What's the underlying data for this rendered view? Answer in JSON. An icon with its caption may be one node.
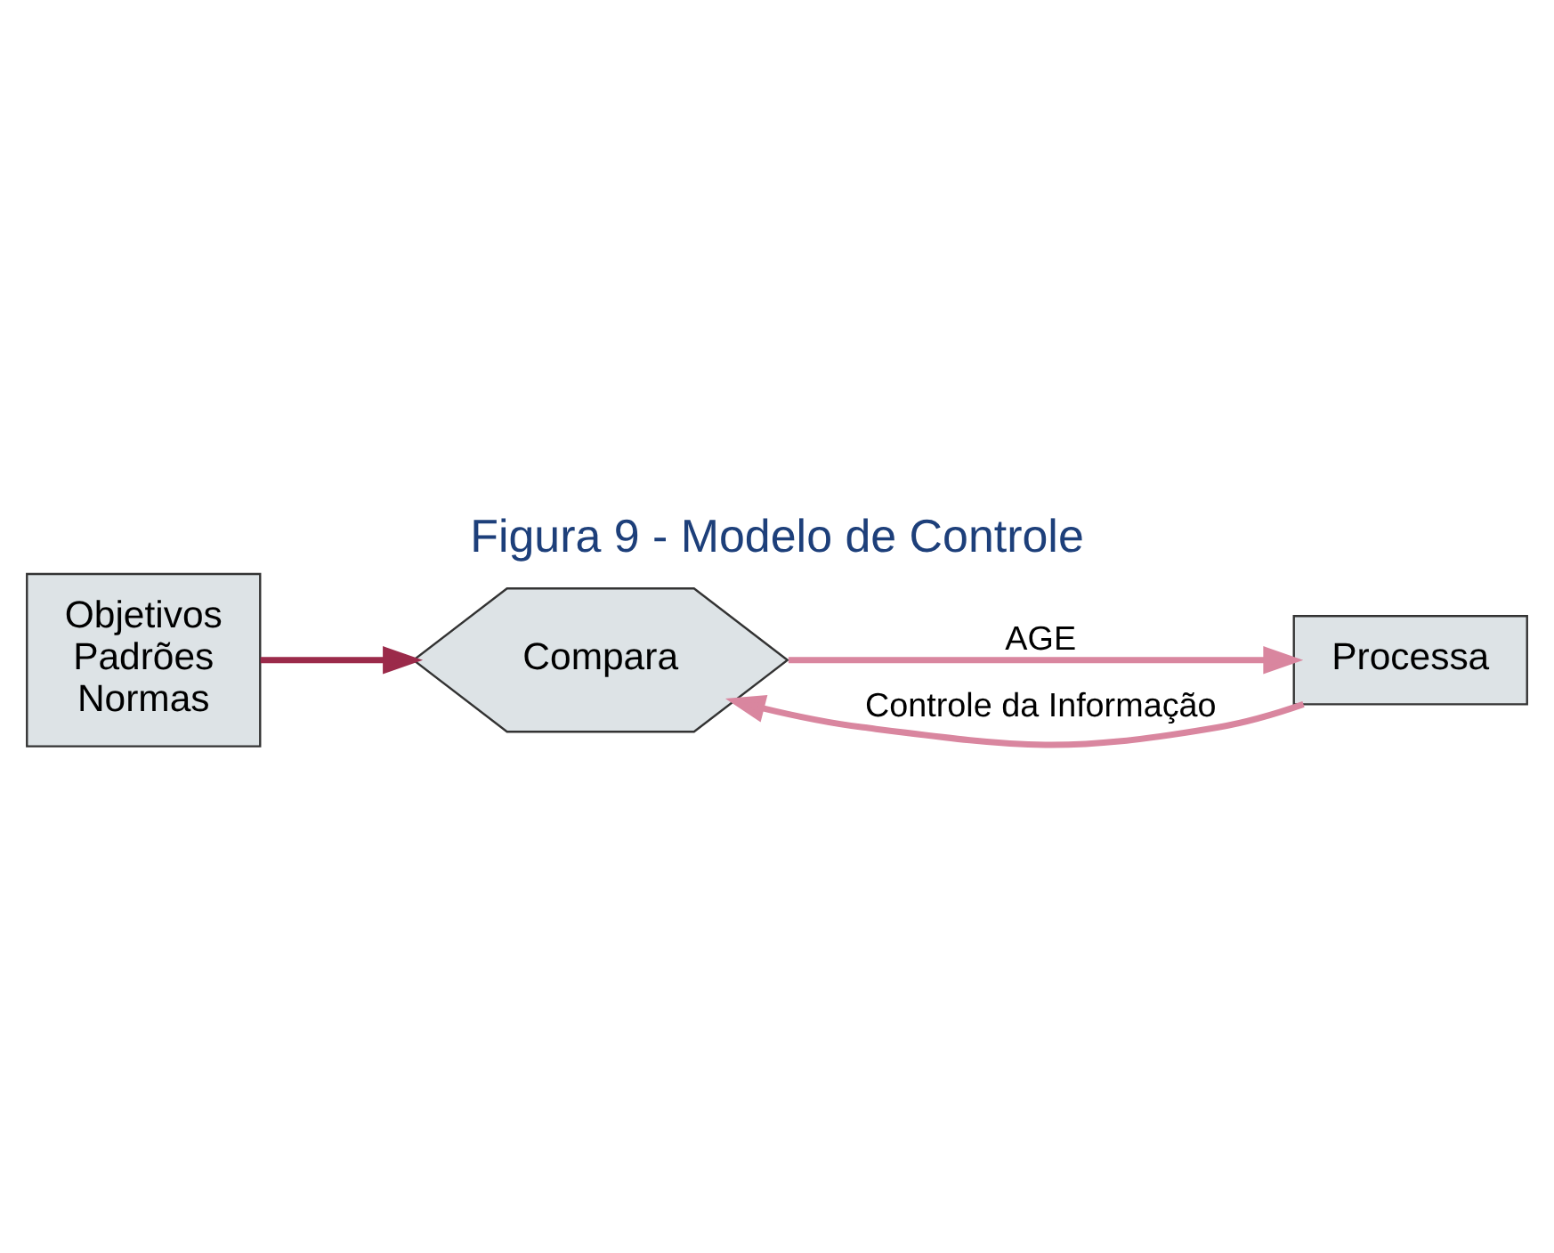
{
  "diagram": {
    "title": "Figura 9 - Modelo de Controle",
    "nodes": [
      {
        "text": [
          "Objetivos Padrões Normas"
        ]
      },
      {
        "text": [
          "Compara"
        ]
      },
      {
        "text": [
          "Processa"
        ]
      }
    ],
    "edges": [
      {
        "from": 0,
        "to": 1,
        "arrow": "to",
        "color": "#9b2a4a"
      },
      {
        "from": 1,
        "to": 2,
        "arrow": "to",
        "label": "AGE"
      },
      {
        "from": 2,
        "to": 1,
        "arrow": "to",
        "label": "Controle da Informação"
      }
    ]
  }
}
